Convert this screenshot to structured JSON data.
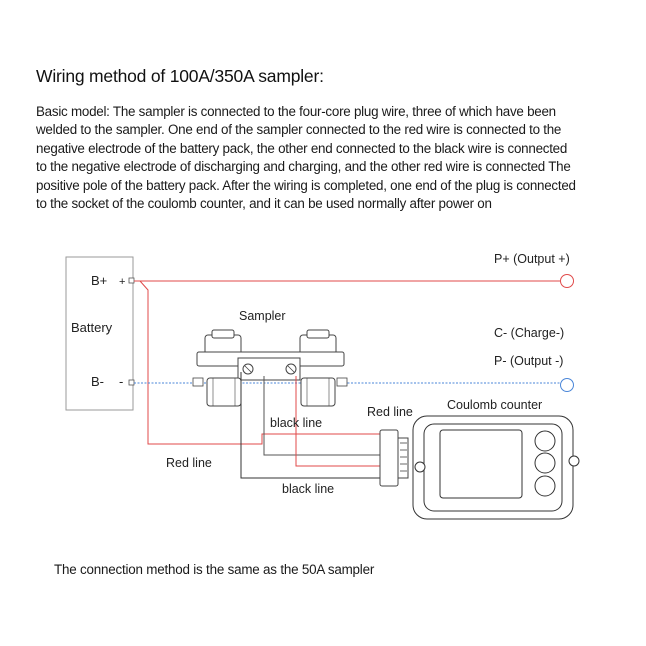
{
  "title": "Wiring method of 100A/350A sampler:",
  "description_lines": [
    "Basic model: The sampler is connected to the four-core plug wire, three of which have been",
    "welded to the sampler. One end of the sampler connected to the red wire is connected to the",
    "negative electrode of the battery pack, the other end connected to the black wire is connected",
    "to the negative electrode of discharging and charging, and the other red wire is connected The",
    "positive pole of the battery pack. After the wiring is completed, one end of the plug is connected",
    "to the socket of the coulomb counter, and it can be used normally after power on"
  ],
  "diagram": {
    "battery": {
      "label": "Battery",
      "pos_terminal": "B+",
      "neg_terminal": "B-",
      "plus_sign": "+",
      "minus_sign": "-"
    },
    "sampler_label": "Sampler",
    "coulomb_counter_label": "Coulomb counter",
    "outputs": {
      "p_plus": "P+ (Output +)",
      "c_minus": "C- (Charge-)",
      "p_minus": "P- (Output -)"
    },
    "wire_labels": {
      "black_line_upper": "black line",
      "black_line_lower": "black line",
      "red_line_left": "Red line",
      "red_line_right": "Red line"
    },
    "colors": {
      "red_wire": "#e04a4a",
      "blue_wire": "#4a86d8",
      "black_wire": "#333333"
    }
  },
  "footer": "The connection method is the same as the 50A sampler"
}
